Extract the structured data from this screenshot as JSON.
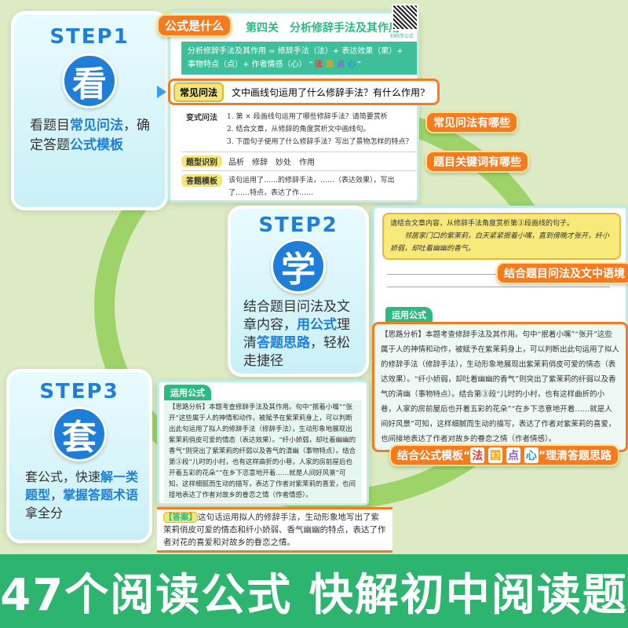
{
  "step1": {
    "label": "STEP1",
    "char": "看",
    "desc_pre": "看题目",
    "desc_b1": "常见问法",
    "desc_mid": "，确定答题",
    "desc_b2": "公式模板"
  },
  "page1": {
    "title": "第四关　分析修辞手法及其作用",
    "qr_caption": "扫码学公式",
    "tag_formula": "公式是什么",
    "formula": "分析修辞手法及其作用 = 修辞手法（法）+ 表达效果（果）+ 事物特点（点）+ 作者情感（心）",
    "formula_keys": [
      "法",
      "国",
      "点",
      "心"
    ],
    "row_common_label": "常见问法",
    "row_common_text": "文中画线句运用了什么修辞手法？有什么作用?",
    "tag_common": "常见问法有哪些",
    "row_variant_label": "变式问法",
    "variants": [
      "1. 第 × 段画线句运用了哪些修辞手法？请简要赏析",
      "2. 结合文章，从修辞的角度赏析文中画线句。",
      "3. 下面句子使用了什么修辞手法？写出了景物怎样的特点？"
    ],
    "row_keyword_label": "题型识别",
    "keywords": "品析　修辞　妙处　作用",
    "tag_keyword": "题目关键词有哪些",
    "row_template_label": "答题模板",
    "template_text": "该句运用了……的修辞手法，……（表达效果），写出了……特点，表达了作……"
  },
  "step2": {
    "label": "STEP2",
    "char": "学",
    "desc_pre": "结合题目问法及文章内容，",
    "desc_b1": "用公式",
    "desc_mid": "理清",
    "desc_b2": "答题思路",
    "desc_post": "，轻松走捷径"
  },
  "page2": {
    "question": "请结合文章内容，从修辞手法角度赏析第③段画线的句子。",
    "quote": "邻居家门口的紫茉莉，白天紧紧抿着小嘴，直到傍晚才张开，纤小娇弱，却吐着幽幽的香气。",
    "tag_context": "结合题目问法及文中语境",
    "section": "运用公式",
    "analysis": "【思路分析】本题考查修辞手法及其作用。句中“抿着小嘴”“张开”这些属于人的神情和动作，被赋予在紫茉莉身上，可以判断出此句运用了拟人的修辞手法（修辞手法），生动形象地展现出紫茉莉俏皮可爱的情态（表达效果）。“纤小娇弱，却吐着幽幽的香气”则突出了紫茉莉的纤弱以及香气的清幽（事物特点）。结合第③段“儿时的小村，也有这样曲折的小巷，人家的房前屋后也开着五彩的花朵”“在乡下恣意地开着……就是人间好风景”可知，这样细腻而生动的描写，表达了作者对紫茉莉的喜爱，也间接地表达了作者对故乡的眷恋之情（作者情感）。",
    "tag_template_pre": "结合公式模板",
    "tag_template_keys": [
      "法",
      "国",
      "点",
      "心"
    ],
    "tag_template_post": "理清答题思路"
  },
  "step3": {
    "label": "STEP3",
    "char": "套",
    "desc_pre": "套公式，快速",
    "desc_b1": "解一类题型",
    "desc_mid": "，",
    "desc_b2": "掌握答题术语",
    "desc_post": "拿全分"
  },
  "page3": {
    "section": "运用公式",
    "analysis": "【思路分析】本题考查修辞手法及其作用。句中“抿着小嘴”“张开”这些属于人的神情和动作，被赋予在紫茉莉身上，可以判断出此句运用了拟人的修辞手法（修辞手法），生动形象地展现出紫茉莉俏皮可爱的情态（表达效果）。“纤小娇弱，却吐着幽幽的香气”则突出了紫茉莉的纤弱以及香气的清幽（事物特点）。结合第③段“儿时的小村，也有这样曲折的小巷，人家的房前屋后也开着五彩的花朵”“在乡下恣意地开着……就是人间好风景”可知，这样细腻而生动的描写，表达了作者对紫茉莉的喜爱，也间接地表达了作者对故乡的眷恋之情（作者情感）。",
    "answer_label": "【答案】",
    "answer": "这句话运用拟人的修辞手法，生动形象地写出了紫茉莉俏皮可爱的情态和纤小娇弱、香气幽幽的特点，表达了作者对花的喜爱和对故乡的眷恋之情。"
  },
  "banner": "47个阅读公式 快解初中阅读题",
  "colors": {
    "accent_blue": "#1f7fd8",
    "tag_orange": "#f57b21",
    "banner_green": "#2db46f",
    "formula_green": "#3cbf9a"
  }
}
